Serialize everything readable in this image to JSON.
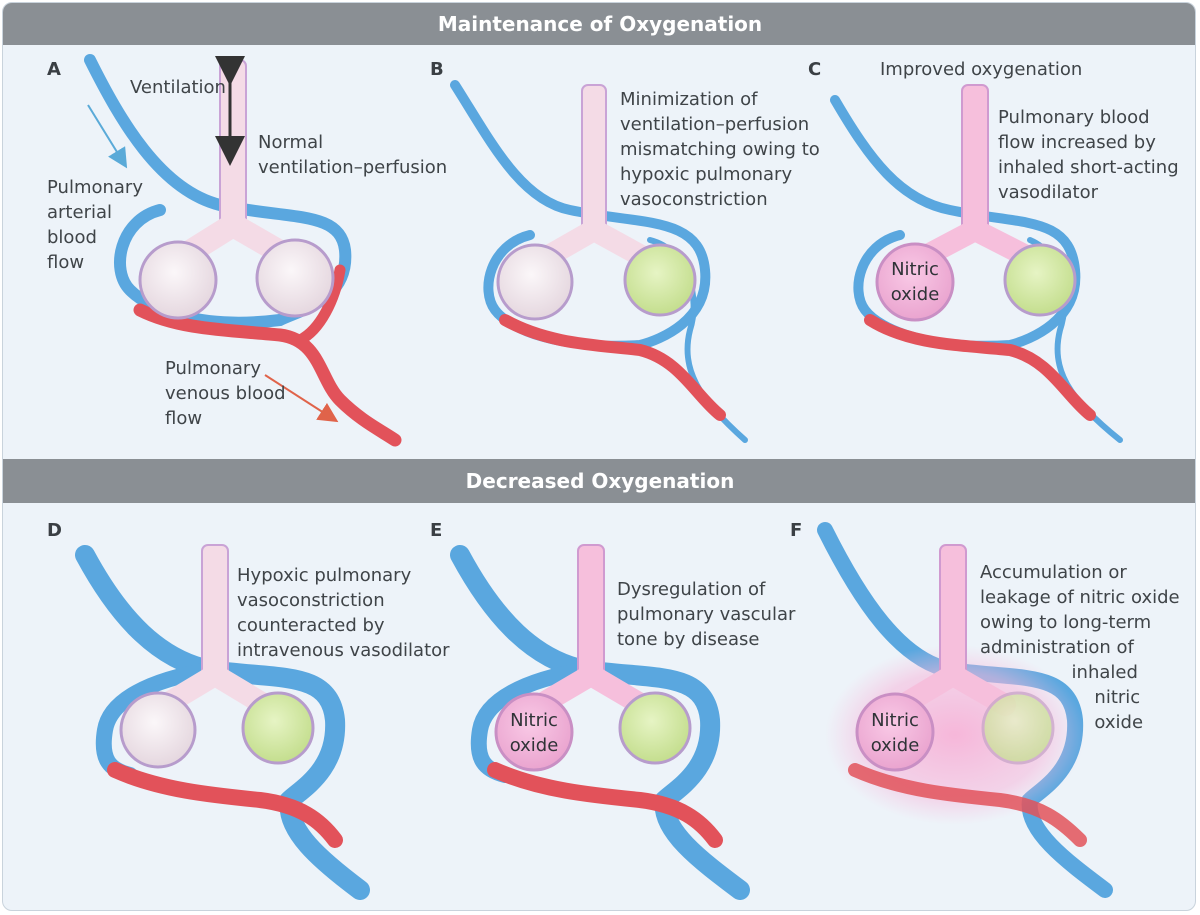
{
  "headers": {
    "top": "Maintenance of Oxygenation",
    "bottom": "Decreased Oxygenation"
  },
  "colors": {
    "artery": "#5aa7df",
    "vein": "#e2525a",
    "airway": "#f3c9dd",
    "alveolus_normal": "#f1e9ee",
    "alveolus_hypoxic": "#d9eeb0",
    "nitric_oxide": "#f4b8dd",
    "header_bg": "#8a8f94",
    "background": "#edf3f9"
  },
  "panels": {
    "a": {
      "letter": "A",
      "ventilation": "Ventilation",
      "normal": "Normal\nventilation–perfusion",
      "arterial": "Pulmonary\narterial\nblood\nflow",
      "venous": "Pulmonary\nvenous blood\nflow"
    },
    "b": {
      "letter": "B",
      "text": "Minimization of\nventilation–perfusion\nmismatching owing to\nhypoxic pulmonary\nvasoconstriction"
    },
    "c": {
      "letter": "C",
      "top": "Improved oxygenation",
      "text": "Pulmonary blood\nflow increased by\ninhaled short-acting\nvasodilator",
      "alveolus": "Nitric\noxide"
    },
    "d": {
      "letter": "D",
      "text": "Hypoxic pulmonary\nvasoconstriction\ncounteracted by\nintravenous vasodilator"
    },
    "e": {
      "letter": "E",
      "text": "Dysregulation of\npulmonary vascular\ntone by disease",
      "alveolus": "Nitric\noxide"
    },
    "f": {
      "letter": "F",
      "text": "Accumulation or\nleakage of nitric oxide\nowing to long-term\nadministration of\n                inhaled\n                    nitric\n                    oxide",
      "alveolus": "Nitric\noxide"
    }
  }
}
